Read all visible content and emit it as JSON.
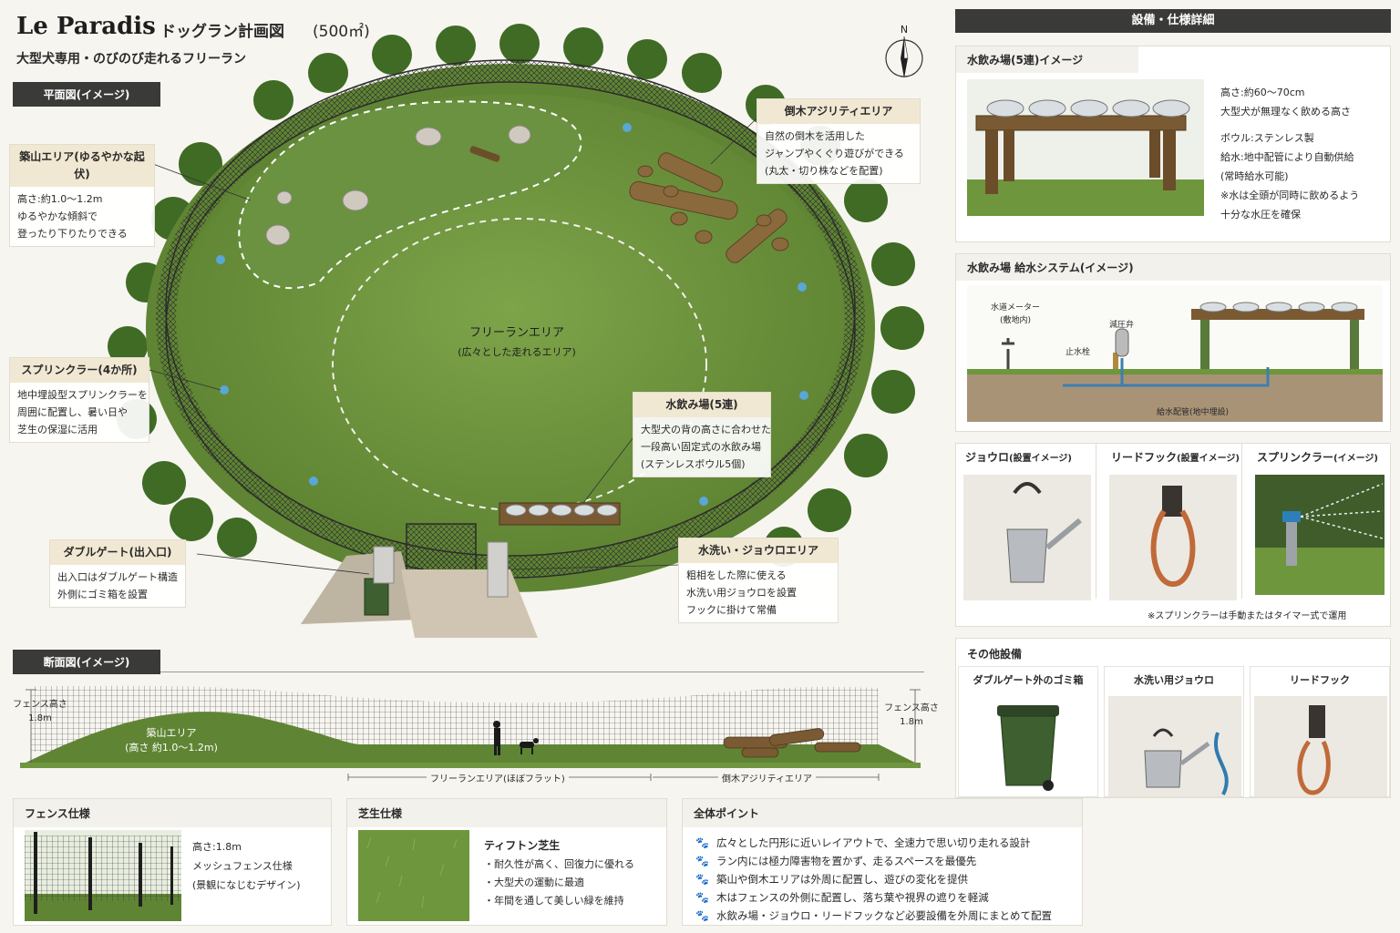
{
  "header": {
    "brand": "Le Paradis",
    "plan_title": "ドッグラン計画図",
    "area": "(500㎡)",
    "subtitle": "大型犬専用・のびのび走れるフリーラン",
    "compass_label": "N"
  },
  "plan_section": {
    "tag": "平面図(イメージ)",
    "free_run_label": "フリーランエリア",
    "free_run_sub": "(広々とした走れるエリア)"
  },
  "callouts": {
    "mound": {
      "title": "築山エリア(ゆるやかな起伏)",
      "lines": [
        "高さ:約1.0〜1.2m",
        "ゆるやかな傾斜で",
        "登ったり下りたりできる"
      ]
    },
    "sprinkler": {
      "title": "スプリンクラー(4か所)",
      "lines": [
        "地中埋設型スプリンクラーを",
        "周囲に配置し、暑い日や",
        "芝生の保湿に活用"
      ]
    },
    "gate": {
      "title": "ダブルゲート(出入口)",
      "lines": [
        "出入口はダブルゲート構造",
        "外側にゴミ箱を設置"
      ]
    },
    "agility": {
      "title": "倒木アジリティエリア",
      "lines": [
        "自然の倒木を活用した",
        "ジャンプやくぐり遊びができる",
        "(丸太・切り株などを配置)"
      ]
    },
    "water": {
      "title": "水飲み場(5連)",
      "lines": [
        "大型犬の背の高さに合わせた",
        "一段高い固定式の水飲み場",
        "(ステンレスボウル5個)"
      ]
    },
    "wash": {
      "title": "水洗い・ジョウロエリア",
      "lines": [
        "粗相をした際に使える",
        "水洗い用ジョウロを設置",
        "フックに掛けて常備"
      ]
    }
  },
  "section_view": {
    "tag": "断面図(イメージ)",
    "fence_left_label": "フェンス高さ",
    "fence_left_value": "1.8m",
    "fence_right_label": "フェンス高さ",
    "fence_right_value": "1.8m",
    "mound_label": "築山エリア",
    "mound_sub": "(高さ 約1.0〜1.2m)",
    "free_dim": "フリーランエリア(ほぼフラット)",
    "agility_dim": "倒木アジリティエリア"
  },
  "bottom": {
    "fence": {
      "title": "フェンス仕様",
      "lines": [
        "高さ:1.8m",
        "メッシュフェンス仕様",
        "(景観になじむデザイン)"
      ]
    },
    "turf": {
      "title": "芝生仕様",
      "name": "ティフトン芝生",
      "lines": [
        "・耐久性が高く、回復力に優れる",
        "・大型犬の運動に最適",
        "・年間を通して美しい緑を維持"
      ]
    },
    "points": {
      "title": "全体ポイント",
      "items": [
        "広々とした円形に近いレイアウトで、全速力で思い切り走れる設計",
        "ラン内には極力障害物を置かず、走るスペースを最優先",
        "築山や倒木エリアは外周に配置し、遊びの変化を提供",
        "木はフェンスの外側に配置し、落ち葉や視界の遮りを軽減",
        "水飲み場・ジョウロ・リードフックなど必要設備を外周にまとめて配置"
      ]
    }
  },
  "specs": {
    "header": "設備・仕様詳細",
    "water_station": {
      "title": "水飲み場(5連)イメージ",
      "lines": [
        "高さ:約60〜70cm",
        "大型犬が無理なく飲める高さ",
        "",
        "ボウル:ステンレス製",
        "給水:地中配管により自動供給",
        "   (常時給水可能)",
        "※水は全頭が同時に飲めるよう",
        "   十分な水圧を確保"
      ]
    },
    "supply": {
      "title": "水飲み場 給水システム(イメージ)",
      "meter": "水道メーター",
      "meter_sub": "(敷地内)",
      "valve": "止水栓",
      "reducer": "減圧弁",
      "pipe": "給水配管(地中埋設)"
    },
    "watering_can": {
      "title": "ジョウロ",
      "sub": "(設置イメージ)"
    },
    "leash_hook": {
      "title": "リードフック",
      "sub": "(設置イメージ)"
    },
    "sprinkler_img": {
      "title": "スプリンクラー",
      "sub": "(イメージ)"
    },
    "sprinkler_note": "※スプリンクラーは手動またはタイマー式で運用",
    "other": {
      "title": "その他設備",
      "trash": "ダブルゲート外のゴミ箱",
      "can": "水洗い用ジョウロ",
      "hook": "リードフック"
    }
  },
  "colors": {
    "grass": "#6b8f3a",
    "fence": "#2b2b2b",
    "accent_tag": "#3a3a38",
    "callout_head": "#f1e8d3"
  }
}
